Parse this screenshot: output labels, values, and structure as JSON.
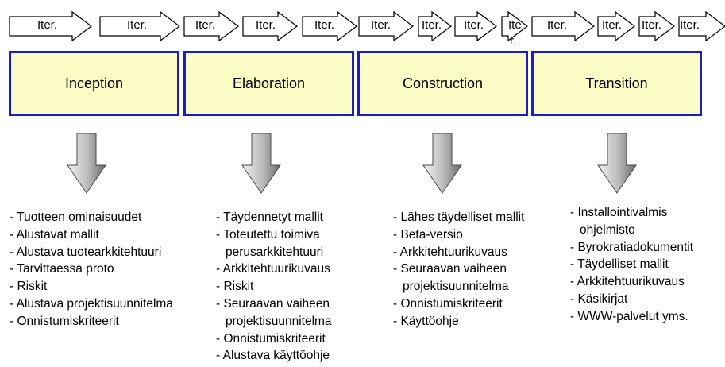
{
  "iteration_label": "Iter.",
  "iteration_label_narrow": "Ite r.",
  "iterations_per_phase": [
    2,
    3,
    4,
    4
  ],
  "colors": {
    "phase_fill": "#fcfcc6",
    "phase_border": "#1d1dc4",
    "arrow_gradient_light": "#f2f2f2",
    "arrow_gradient_dark": "#6a6a6a"
  },
  "phases": [
    {
      "name": "Inception",
      "deliverables": [
        "Tuotteen ominaisuudet",
        "Alustavat mallit",
        "Alustava tuotearkkitehtuuri",
        "Tarvittaessa proto",
        "Riskit",
        "Alustava projektisuunnitelma",
        "Onnistumiskriteerit"
      ]
    },
    {
      "name": "Elaboration",
      "deliverables": [
        "Täydennetyt mallit",
        "Toteutettu toimiva perusarkkitehtuuri",
        "Arkkitehtuurikuvaus",
        "Riskit",
        "Seuraavan vaiheen projektisuunnitelma",
        "Onnistumiskriteerit",
        "Alustava käyttöohje"
      ]
    },
    {
      "name": "Construction",
      "deliverables": [
        "Lähes täydelliset mallit",
        "Beta-versio",
        "Arkkitehtuurikuvaus",
        "Seuraavan vaiheen projektisuunnitelma",
        "Onnistumiskriteerit",
        "Käyttöohje"
      ]
    },
    {
      "name": "Transition",
      "deliverables": [
        "Installointivalmis ohjelmisto",
        "Byrokratiadokumentit",
        "Täydelliset mallit",
        "Arkkitehtuurikuvaus",
        "Käsikirjat",
        "WWW-palvelut yms."
      ]
    }
  ]
}
